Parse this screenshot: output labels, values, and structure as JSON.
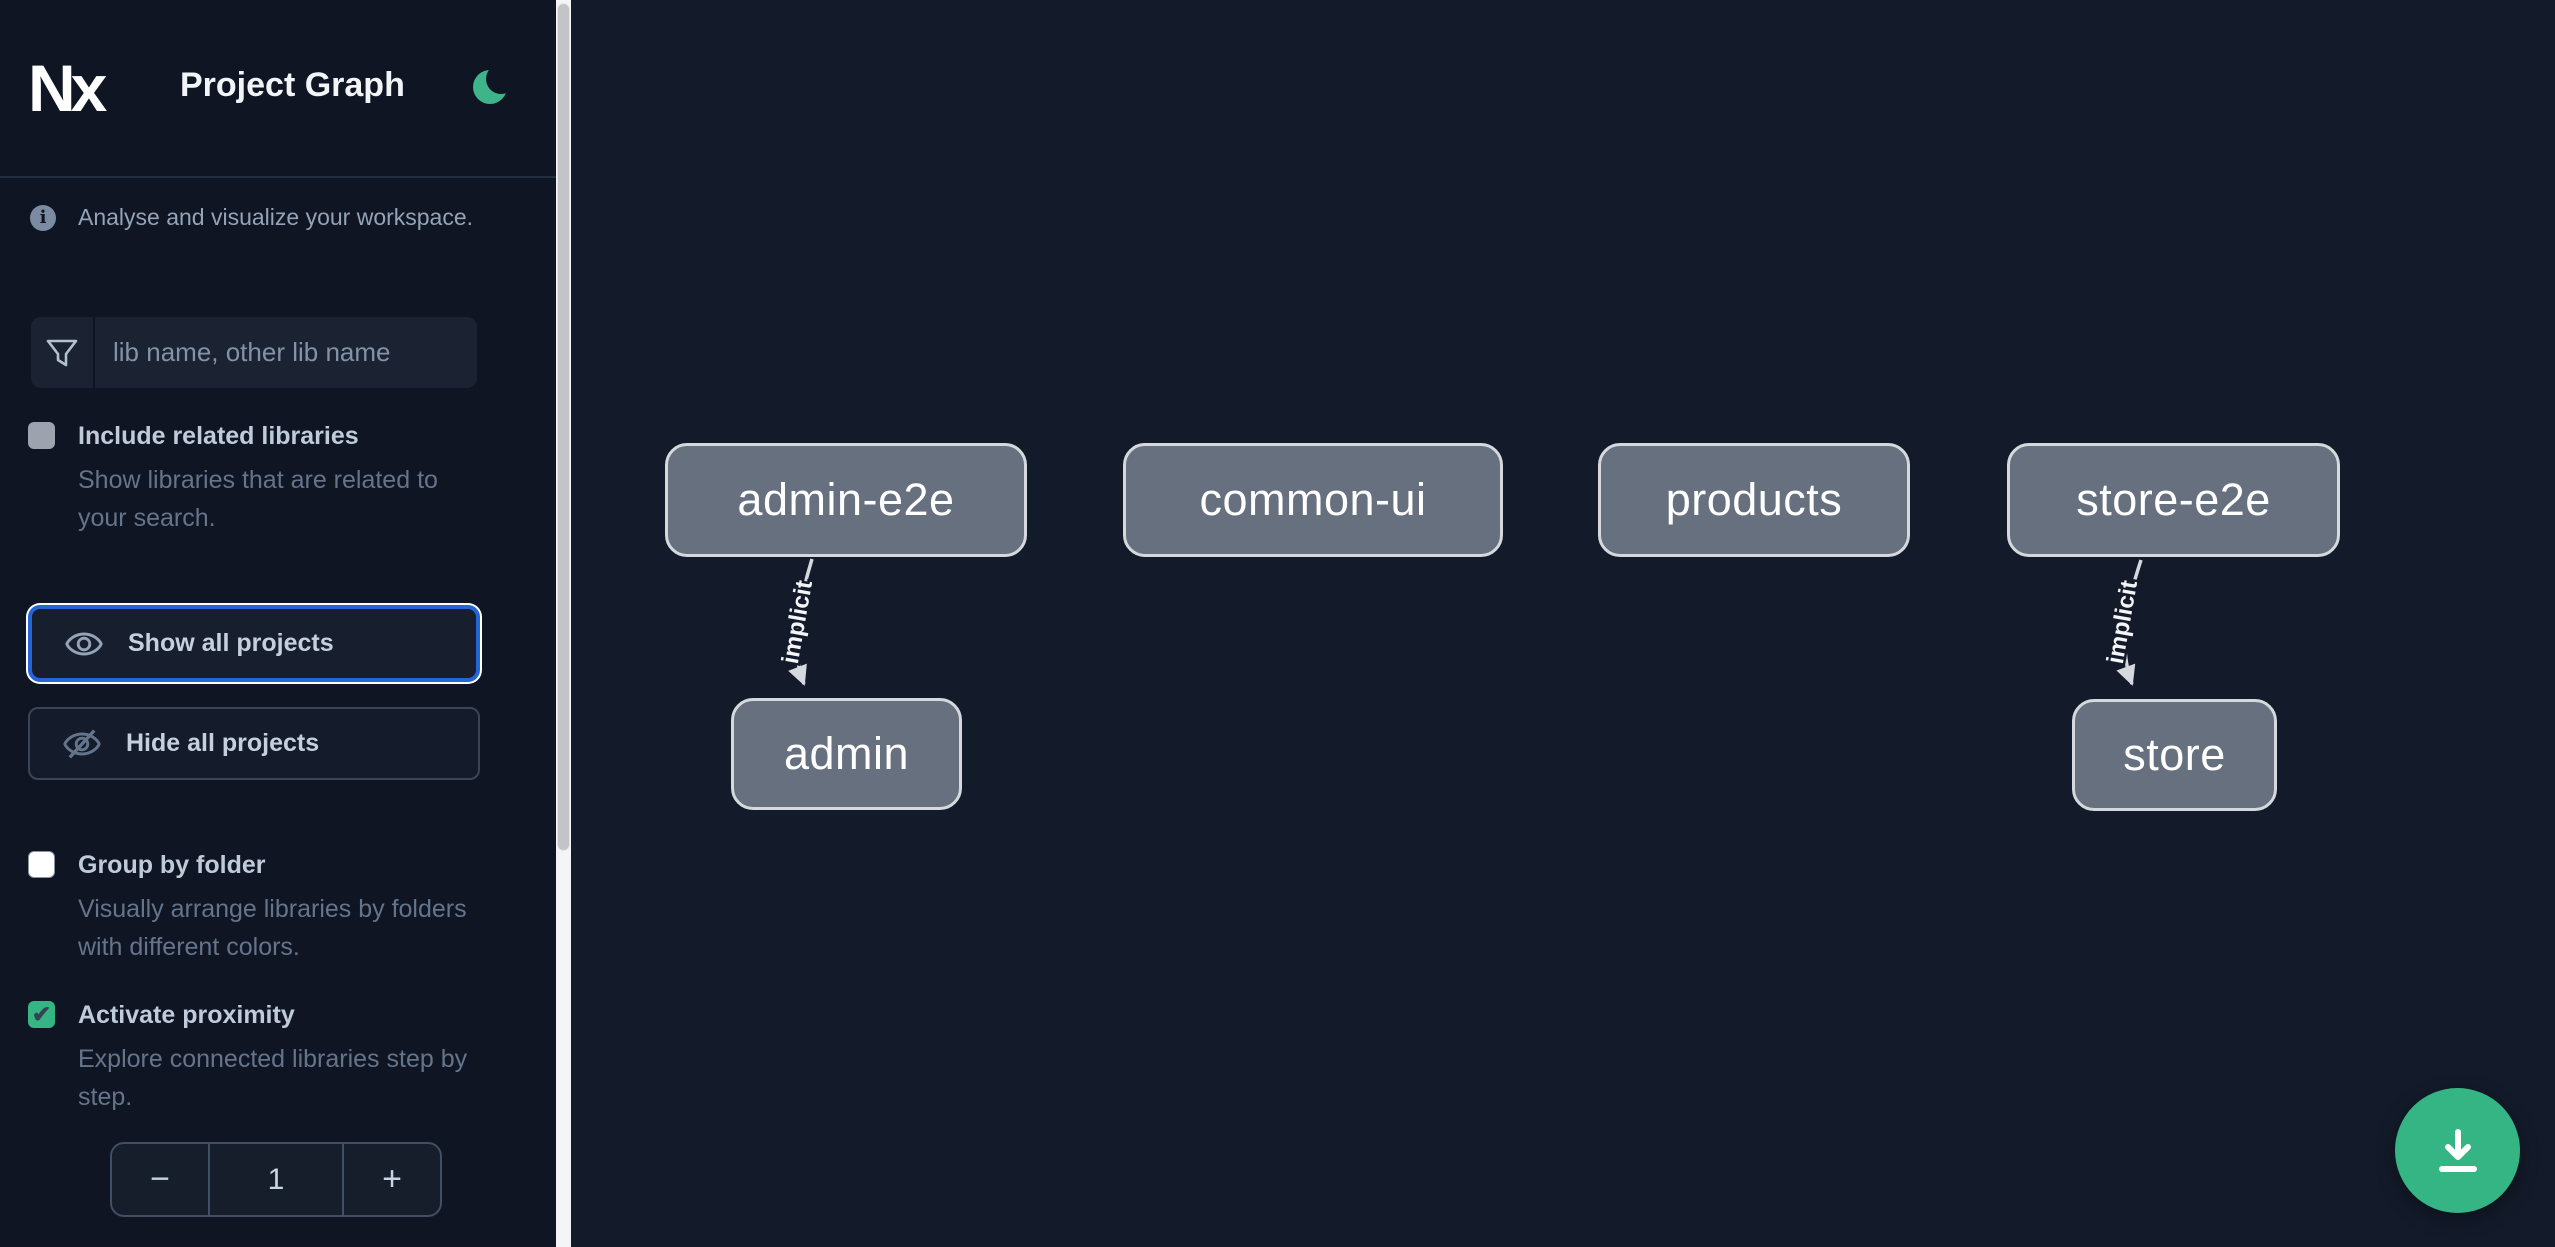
{
  "app": {
    "logo_text": "Nx",
    "title": "Project Graph"
  },
  "sidebar": {
    "tagline": "Analyse and visualize your workspace.",
    "search": {
      "placeholder": "lib name, other lib name"
    },
    "actions": {
      "show_all": "Show all projects",
      "hide_all": "Hide all projects"
    },
    "options": [
      {
        "label": "Include related libraries",
        "description": "Show libraries that are related to your search.",
        "checked": false
      },
      {
        "label": "Group by folder",
        "description": "Visually arrange libraries by folders with different colors.",
        "checked": false
      },
      {
        "label": "Activate proximity",
        "description": "Explore connected libraries step by step.",
        "checked": true
      }
    ],
    "proximity_stepper": {
      "decrement_label": "−",
      "value": "1",
      "increment_label": "+"
    }
  },
  "graph": {
    "nodes": [
      {
        "label": "admin-e2e"
      },
      {
        "label": "common-ui"
      },
      {
        "label": "products"
      },
      {
        "label": "store-e2e"
      },
      {
        "label": "admin"
      },
      {
        "label": "store"
      }
    ],
    "edges": [
      {
        "from": "admin-e2e",
        "to": "admin",
        "label": "implicit"
      },
      {
        "from": "store-e2e",
        "to": "store",
        "label": "implicit"
      }
    ]
  },
  "icons": {
    "checkmark": "✔",
    "info": "i"
  },
  "colors": {
    "accent_green": "#35b584",
    "focus_blue": "#2566d6",
    "sidebar_bg": "#0f1522",
    "canvas_bg": "#131a29",
    "node_fill": "#67707e",
    "node_border": "#d5d9de"
  }
}
